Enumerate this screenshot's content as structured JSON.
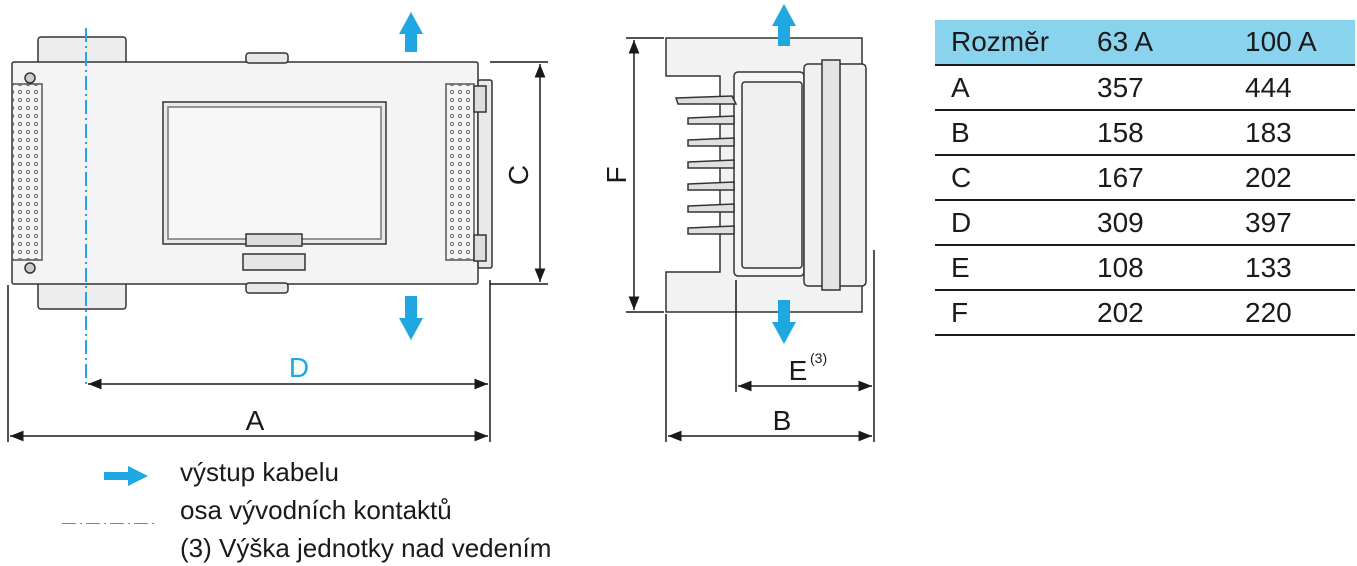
{
  "labels": {
    "A": "A",
    "B": "B",
    "C": "C",
    "D": "D",
    "E": "E",
    "E_sup": "(3)",
    "F": "F"
  },
  "table": {
    "headers": [
      "Rozměr",
      "63 A",
      "100 A"
    ],
    "rows": [
      [
        "A",
        "357",
        "444"
      ],
      [
        "B",
        "158",
        "183"
      ],
      [
        "C",
        "167",
        "202"
      ],
      [
        "D",
        "309",
        "397"
      ],
      [
        "E",
        "108",
        "133"
      ],
      [
        "F",
        "202",
        "220"
      ]
    ]
  },
  "legend": {
    "arrow_text": "výstup kabelu",
    "axis_text": "osa vývodních kontaktů",
    "note_text": "(3) Výška jednotky nad vedením"
  },
  "colors": {
    "accent": "#1ea7e1",
    "header_bg": "#8ad3ee",
    "line": "#1a1a1a"
  },
  "icons": {
    "arrow": "blue-arrow-icon",
    "axis": "dash-dot-axis-icon"
  }
}
